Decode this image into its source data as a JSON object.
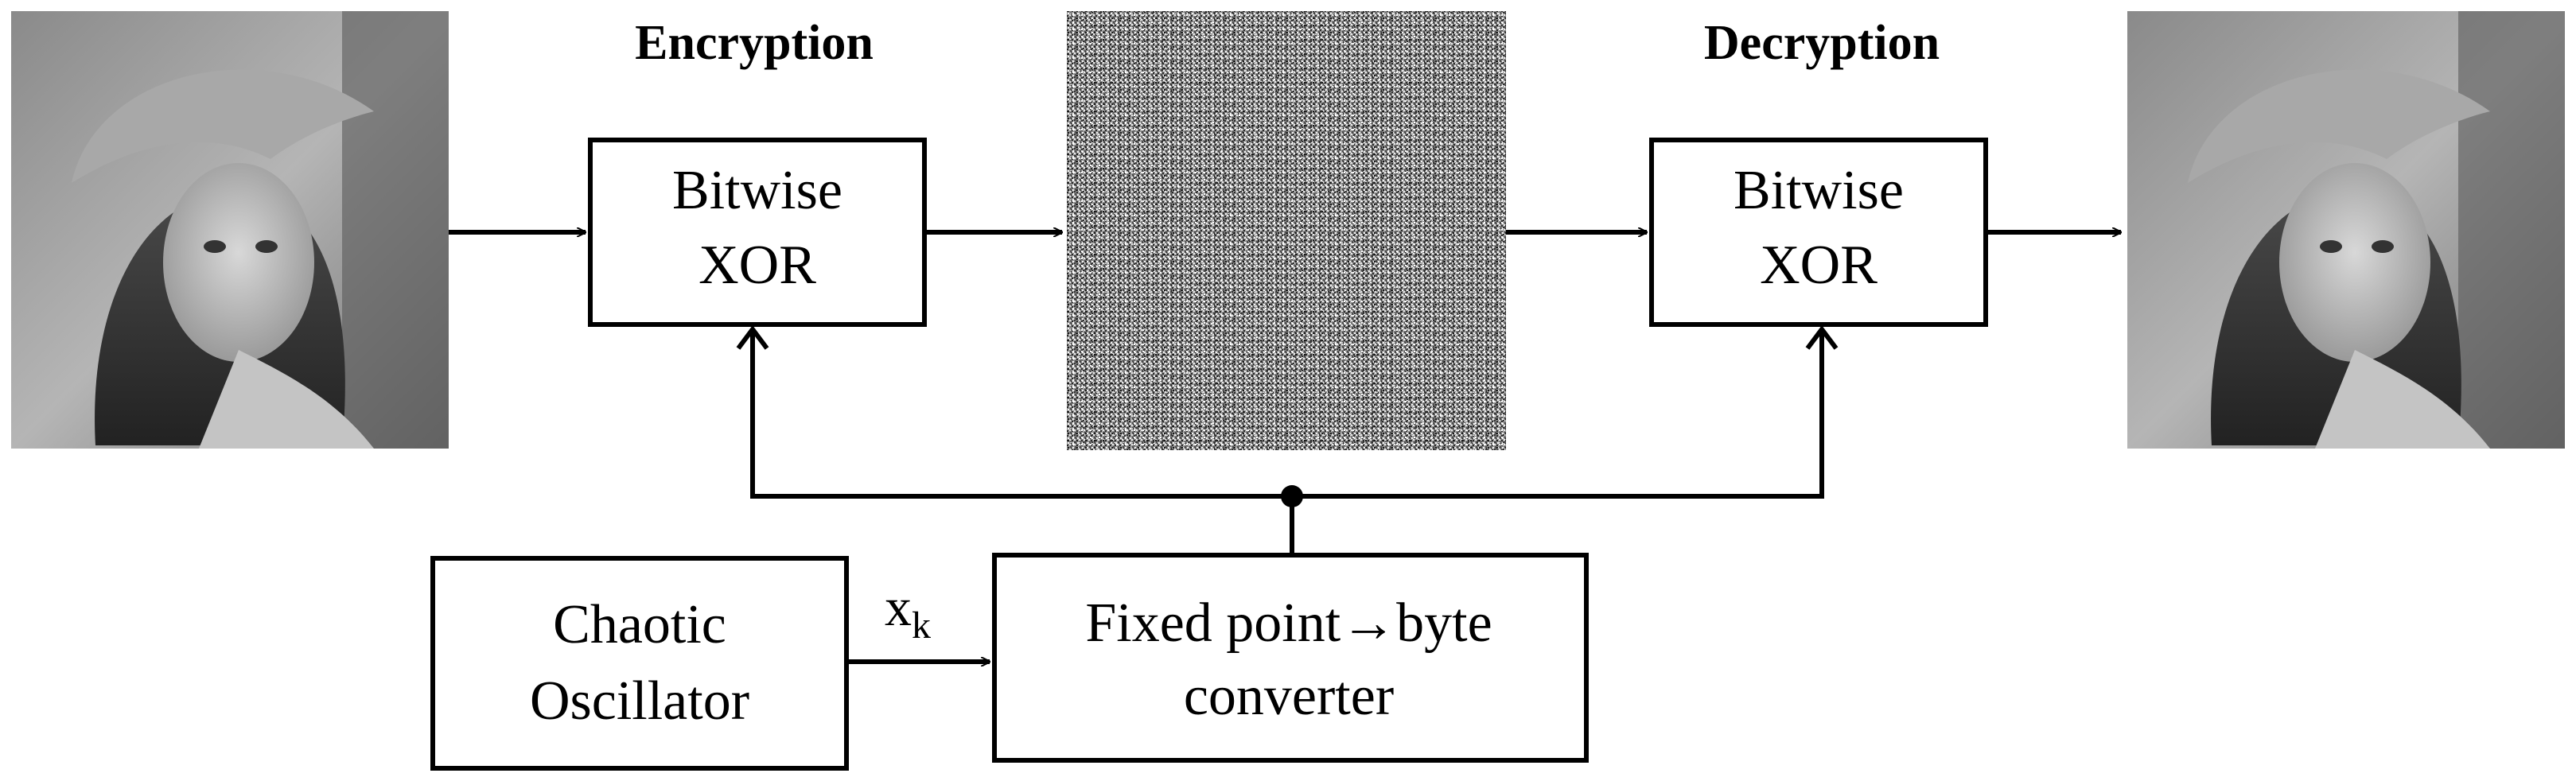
{
  "headings": {
    "encryption": "Encryption",
    "decryption": "Decryption"
  },
  "blocks": {
    "xor_encrypt": {
      "line1": "Bitwise",
      "line2": "XOR"
    },
    "xor_decrypt": {
      "line1": "Bitwise",
      "line2": "XOR"
    },
    "chaotic_oscillator": {
      "line1": "Chaotic",
      "line2": "Oscillator"
    },
    "converter": {
      "line1": "Fixed point→byte",
      "line2": "converter"
    }
  },
  "signal": {
    "symbol": "x",
    "subscript": "k"
  },
  "images": {
    "input": "original grayscale portrait",
    "encrypted": "noise-like encrypted image",
    "output": "decrypted grayscale portrait"
  },
  "colors": {
    "line": "#000000",
    "background": "#ffffff"
  }
}
